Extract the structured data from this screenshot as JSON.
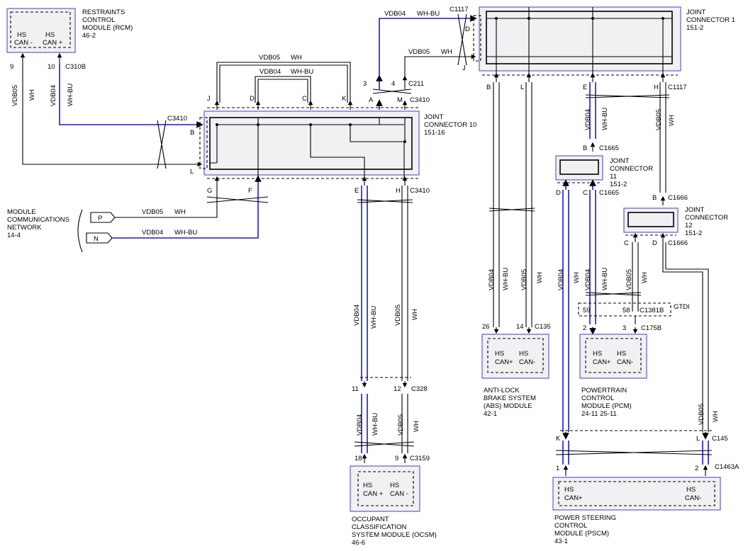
{
  "modules": {
    "rcm": {
      "title": [
        "RESTRAINTS",
        "CONTROL",
        "MODULE (RCM)",
        "46-2"
      ],
      "pin_labels": [
        "HS",
        "CAN -",
        "HS",
        "CAN +"
      ]
    },
    "jc1": {
      "title": [
        "JOINT",
        "CONNECTOR 1",
        "151-2"
      ]
    },
    "jc10": {
      "title": [
        "JOINT",
        "CONNECTOR 10",
        "151-16"
      ]
    },
    "jc11": {
      "title": [
        "JOINT",
        "CONNECTOR",
        "11",
        "151-2"
      ]
    },
    "jc12": {
      "title": [
        "JOINT",
        "CONNECTOR",
        "12",
        "151-2"
      ]
    },
    "mcn": {
      "title": [
        "MODULE",
        "COMMUNICATIONS",
        "NETWORK",
        "14-4"
      ],
      "p": "P",
      "n": "N"
    },
    "ocsm": {
      "title": [
        "OCCUPANT",
        "CLASSIFICATION",
        "SYSTEM MODULE (OCSM)",
        "46-6"
      ],
      "pin_labels": [
        "HS",
        "CAN +",
        "HS",
        "CAN -"
      ]
    },
    "abs": {
      "title": [
        "ANTI-LOCK",
        "BRAKE SYSTEM",
        "(ABS) MODULE",
        "42-1"
      ],
      "pin_labels": [
        "HS",
        "CAN+",
        "HS",
        "CAN-"
      ]
    },
    "pcm": {
      "title": [
        "POWERTRAIN",
        "CONTROL",
        "MODULE (PCM)",
        "24-11   25-11"
      ],
      "pin_labels": [
        "HS",
        "CAN+",
        "HS",
        "CAN-"
      ]
    },
    "pscm": {
      "title": [
        "POWER STEERING",
        "CONTROL",
        "MODULE (PSCM)",
        "43-1"
      ],
      "pin_labels": [
        "HS",
        "CAN+",
        "HS",
        "CAN-"
      ]
    }
  },
  "circuits": {
    "vdb04": "VDB04",
    "vdb05": "VDB05",
    "wh": "WH",
    "whbu": "WH-BU"
  },
  "connectors": {
    "c310b": "C310B",
    "c3410": "C3410",
    "c211": "C211",
    "c1117": "C1117",
    "c1665": "C1665",
    "c1666": "C1666",
    "c1381b": "C1381B",
    "gtdi": "GTDI",
    "c175b": "C175B",
    "c135": "C135",
    "c328": "C328",
    "c3159": "C3159",
    "c145": "C145",
    "c1463a": "C1463A"
  },
  "pins": {
    "rcm_9": "9",
    "rcm_10": "10",
    "jc10_j": "J",
    "jc10_d": "D",
    "jc10_c": "C",
    "jc10_k": "K",
    "jc10_a": "A",
    "jc10_m": "M",
    "jc10_b": "B",
    "jc10_l": "L",
    "jc10_g": "G",
    "jc10_f": "F",
    "jc10_e": "E",
    "jc10_h": "H",
    "c211_3": "3",
    "c211_4": "4",
    "jc1_d": "D",
    "jc1_j": "J",
    "jc1_b": "B",
    "jc1_l": "L",
    "jc1_e": "E",
    "jc1_h": "H",
    "jc11_b": "B",
    "jc11_d": "D",
    "jc11_c": "C",
    "jc12_b": "B",
    "jc12_c": "C",
    "jc12_d": "D",
    "pcm_59": "59",
    "pcm_58": "58",
    "pcm_2": "2",
    "pcm_3": "3",
    "abs_26": "26",
    "abs_14": "14",
    "ocsm_11": "11",
    "ocsm_12": "12",
    "ocsm_18": "18",
    "ocsm_9": "9",
    "pscm_k": "K",
    "pscm_l": "L",
    "pscm_1": "1",
    "pscm_2": "2"
  }
}
